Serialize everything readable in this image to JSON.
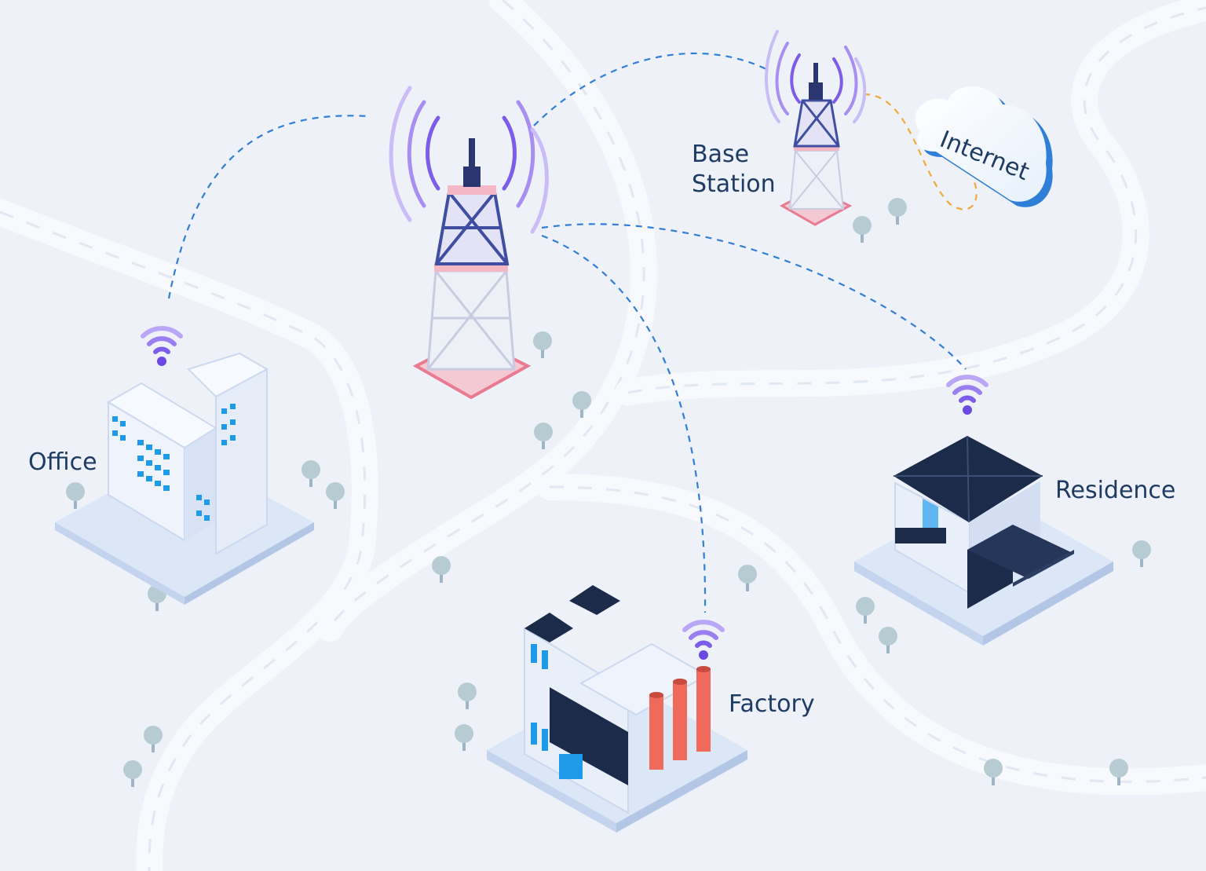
{
  "labels": {
    "base_station": [
      "Base",
      "Station"
    ],
    "internet": "Internet",
    "office": "Office",
    "residence": "Residence",
    "factory": "Factory"
  },
  "colors": {
    "background": "#eef2f8",
    "road": "#f7f9fd",
    "link": "#2f7fd8",
    "internet_link": "#f2a93b",
    "wave": "#8b6cf0",
    "text": "#1f3b63",
    "chimney": "#f06a5b",
    "tower_frame": "#3f4ea0",
    "roof": "#1c2b4a"
  },
  "icons": [
    "cell-tower-icon",
    "wifi-icon",
    "cloud-icon",
    "tree-icon"
  ]
}
